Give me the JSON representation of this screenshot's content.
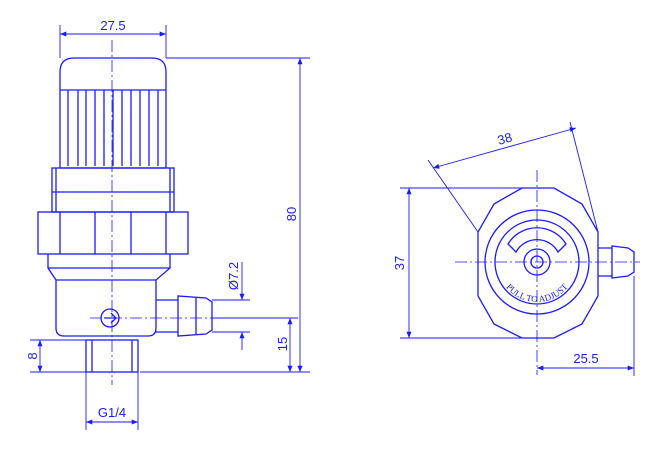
{
  "colors": {
    "line": "#1a1aff",
    "background": "#ffffff"
  },
  "dimensions": {
    "width_top": "27.5",
    "height_total": "80",
    "hose_diameter": "Ø7.2",
    "hose_height": "15",
    "thread_length": "8",
    "thread": "G1/4",
    "across_flats": "38",
    "body_height": "37",
    "hose_offset": "25.5"
  },
  "knob_text": "PULL TO ADJUST"
}
